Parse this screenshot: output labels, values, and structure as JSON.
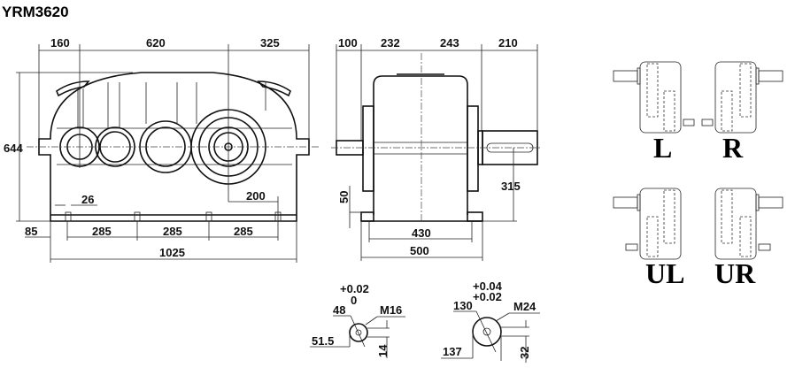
{
  "title": "YRM3620",
  "front_view": {
    "dims": {
      "d160": "160",
      "d620": "620",
      "d325": "325",
      "d644": "644",
      "d26": "26",
      "d200": "200",
      "d85": "85",
      "d285a": "285",
      "d285b": "285",
      "d285c": "285",
      "d1025": "1025"
    }
  },
  "side_view": {
    "dims": {
      "d100": "100",
      "d232": "232",
      "d243": "243",
      "d210": "210",
      "d50": "50",
      "d315": "315",
      "d430": "430",
      "d500": "500"
    }
  },
  "input_shaft": {
    "tol_upper": "+0.02",
    "tol_lower": "0",
    "diameter": "48",
    "thread": "M16",
    "key_depth": "51.5",
    "key_width": "14"
  },
  "output_shaft": {
    "tol_upper": "+0.04",
    "tol_lower": "+0.02",
    "diameter": "130",
    "thread": "M24",
    "key_depth": "137",
    "key_width": "32"
  },
  "mounting": {
    "labels": [
      "L",
      "R",
      "UL",
      "UR"
    ]
  }
}
